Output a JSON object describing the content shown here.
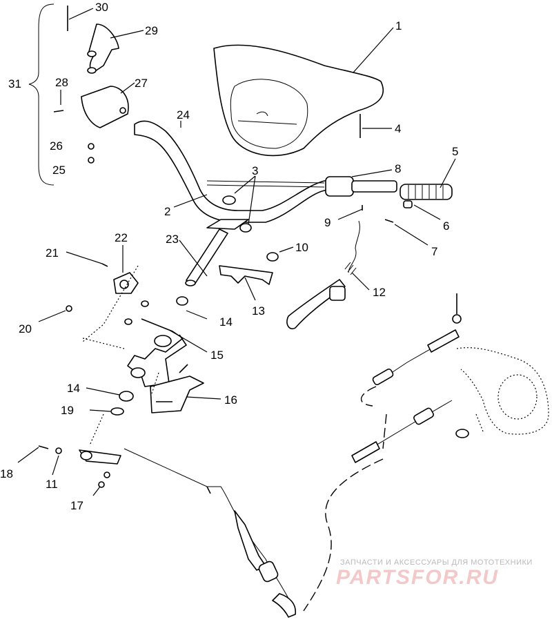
{
  "callouts": [
    "1",
    "2",
    "3",
    "4",
    "5",
    "6",
    "7",
    "8",
    "9",
    "10",
    "11",
    "12",
    "13",
    "14",
    "14",
    "15",
    "16",
    "17",
    "18",
    "19",
    "20",
    "21",
    "22",
    "23",
    "24",
    "25",
    "26",
    "27",
    "28",
    "29",
    "30",
    "31"
  ],
  "watermark": {
    "tagline": "ЗАПЧАСТИ И АКСЕССУАРЫ ДЛЯ МОТОТЕХНИКИ",
    "brand": "PARTSFOR.RU"
  }
}
